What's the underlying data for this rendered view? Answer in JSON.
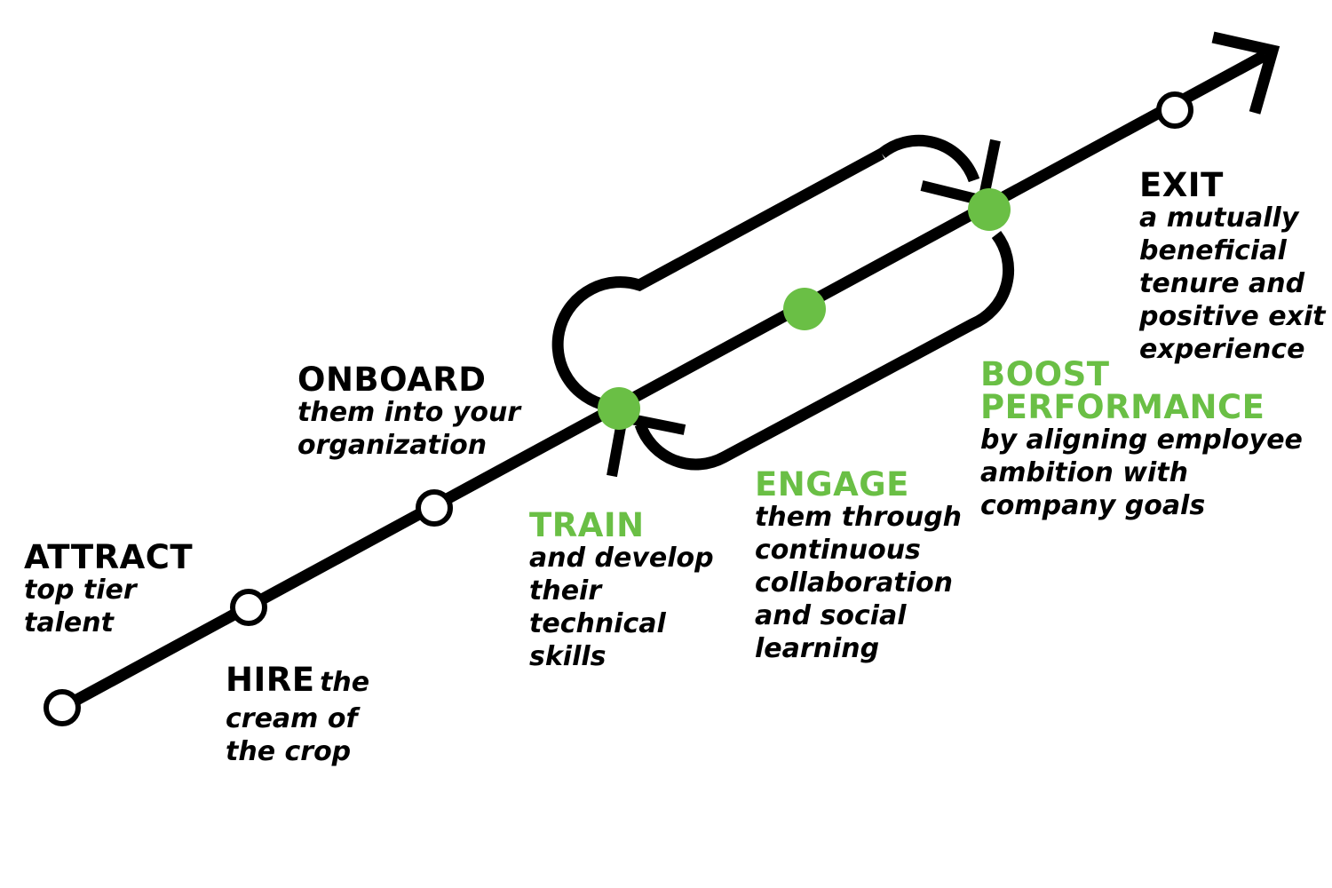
{
  "colors": {
    "line": "#000000",
    "accent": "#6abf45",
    "node_fill": "#ffffff"
  },
  "stages": {
    "attract": {
      "title": "ATTRACT",
      "lines": [
        "top tier",
        "talent"
      ]
    },
    "hire": {
      "title": "HIRE",
      "inline": "the",
      "lines": [
        "cream of",
        "the crop"
      ]
    },
    "onboard": {
      "title": "ONBOARD",
      "lines": [
        "them into your",
        "organization"
      ]
    },
    "train": {
      "title": "TRAIN",
      "lines": [
        "and develop",
        "their",
        "technical",
        "skills"
      ]
    },
    "engage": {
      "title": "ENGAGE",
      "lines": [
        "them through",
        "continuous",
        "collaboration",
        "and social",
        "learning"
      ]
    },
    "boost": {
      "title_lines": [
        "BOOST",
        "PERFORMANCE"
      ],
      "lines": [
        "by aligning employee",
        "ambition with",
        "company goals"
      ]
    },
    "exit": {
      "title": "EXIT",
      "lines": [
        "a mutually",
        "beneficial",
        "tenure and",
        "positive exit",
        "experience"
      ]
    }
  },
  "nodes": [
    {
      "name": "attract-node",
      "style": "hollow"
    },
    {
      "name": "hire-node",
      "style": "hollow"
    },
    {
      "name": "onboard-node",
      "style": "hollow"
    },
    {
      "name": "train-node",
      "style": "filled"
    },
    {
      "name": "engage-node",
      "style": "filled"
    },
    {
      "name": "boost-node",
      "style": "filled"
    },
    {
      "name": "exit-node",
      "style": "hollow"
    }
  ]
}
